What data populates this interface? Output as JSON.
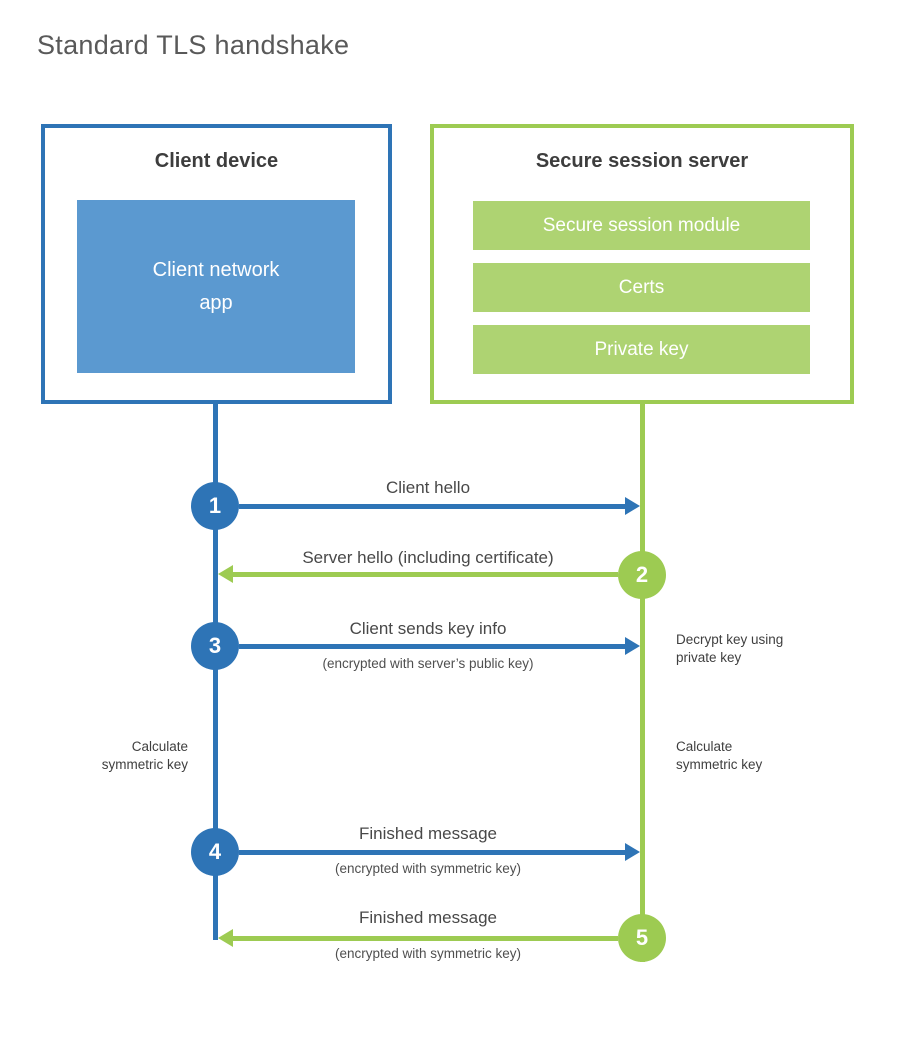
{
  "title": "Standard TLS handshake",
  "client": {
    "title": "Client device",
    "app": {
      "line1": "Client network",
      "line2": "app"
    }
  },
  "server": {
    "title": "Secure session server",
    "modules": [
      "Secure session module",
      "Certs",
      "Private key"
    ]
  },
  "steps": [
    {
      "num": "1",
      "from": "client",
      "to": "server",
      "label": "Client hello",
      "sublabel": ""
    },
    {
      "num": "2",
      "from": "server",
      "to": "client",
      "label": "Server hello (including certificate)",
      "sublabel": ""
    },
    {
      "num": "3",
      "from": "client",
      "to": "server",
      "label": "Client sends key info",
      "sublabel": "(encrypted with server’s public key)"
    },
    {
      "num": "4",
      "from": "client",
      "to": "server",
      "label": "Finished message",
      "sublabel": "(encrypted with symmetric key)"
    },
    {
      "num": "5",
      "from": "server",
      "to": "client",
      "label": "Finished message",
      "sublabel": "(encrypted with symmetric key)"
    }
  ],
  "notes": {
    "decrypt": "Decrypt key using\nprivate key",
    "calc_left": "Calculate\nsymmetric key",
    "calc_right": "Calculate\nsymmetric key"
  },
  "colors": {
    "client_blue": "#2e74b6",
    "client_blue_fill": "#5b99d0",
    "server_green": "#9dcb52",
    "server_green_fill": "#aed372",
    "title_text": "#595959",
    "heading_text": "#3d3d3d",
    "label_text": "#484848"
  }
}
